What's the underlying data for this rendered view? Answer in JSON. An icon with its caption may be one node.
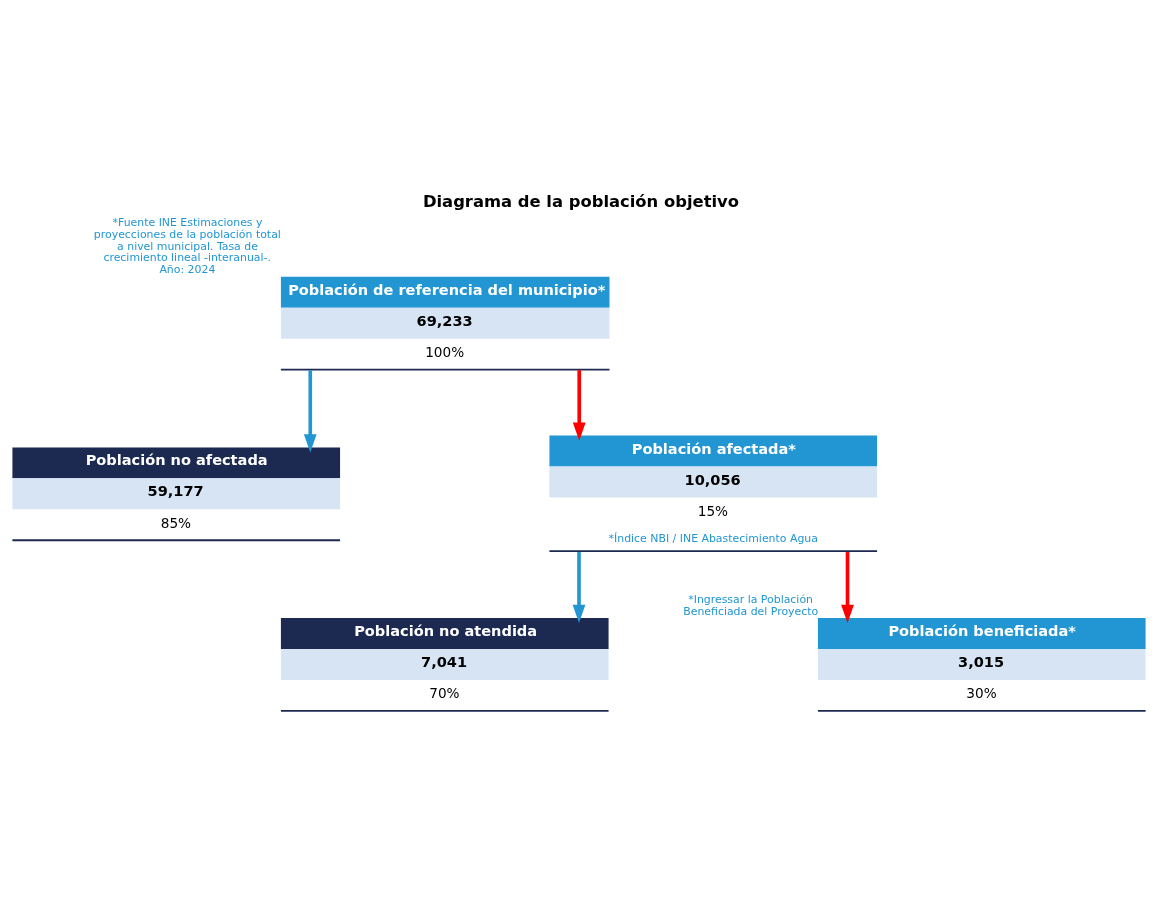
{
  "diagram": {
    "title": "Diagrama de la población objetivo",
    "nodes": [
      {
        "text": [
          "Población de referencia del municipio*",
          "69,233",
          "100%"
        ],
        "beside": [
          "*Fuente INE Estimaciones y proyecciones de la población total a nivel municipal. Tasa de crecimiento lineal -interanual-. Año: 2024"
        ]
      },
      {
        "text": [
          "Población no afectada",
          "59,177",
          "85%"
        ]
      },
      {
        "text": [
          "Población afectada*",
          "10,056",
          "15%",
          "*Índice NBI / INE Abastecimiento Agua"
        ]
      },
      {
        "text": [
          "Población no atendida",
          "7,041",
          "70%"
        ]
      },
      {
        "text": [
          "Población beneficiada*",
          "3,015",
          "30%"
        ],
        "beside": [
          "*Ingressar la Población Beneficiada del Proyecto"
        ]
      }
    ],
    "edges": [
      {
        "from": 0,
        "to": 1,
        "arrow": "to",
        "color": "#2196d3"
      },
      {
        "from": 0,
        "to": 2,
        "arrow": "to",
        "color": "#ff0000"
      },
      {
        "from": 2,
        "to": 3,
        "arrow": "to",
        "color": "#2196d3"
      },
      {
        "from": 2,
        "to": 4,
        "arrow": "to",
        "color": "#ff0000"
      }
    ]
  }
}
